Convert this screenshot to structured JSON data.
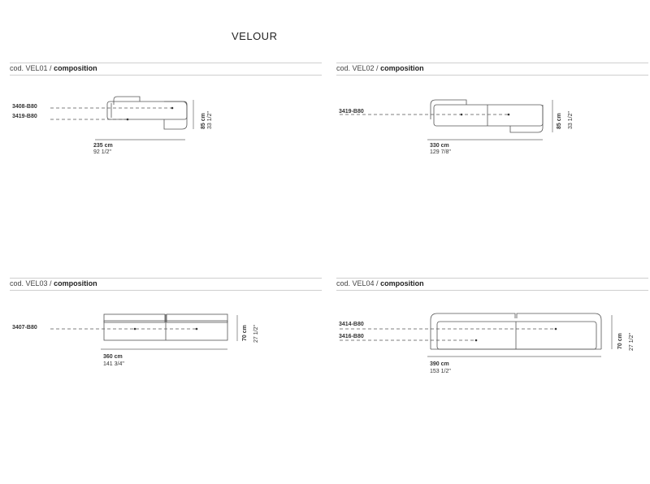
{
  "page_title": "VELOUR",
  "sections": [
    {
      "heading_prefix": "cod. VEL01 /",
      "heading_bold": "composition",
      "codes": [
        "3408-B80",
        "3419-B80"
      ],
      "width_cm": "235 cm",
      "width_in": "92   1/2\"",
      "height_cm": "85 cm",
      "height_in": "33   1/2\""
    },
    {
      "heading_prefix": "cod. VEL02 /",
      "heading_bold": "composition",
      "codes": [
        "3419-B80"
      ],
      "width_cm": "330 cm",
      "width_in": "129   7/8\"",
      "height_cm": "85 cm",
      "height_in": "33   1/2\""
    },
    {
      "heading_prefix": "cod. VEL03 /",
      "heading_bold": "composition",
      "codes": [
        "3407-B80"
      ],
      "width_cm": "360 cm",
      "width_in": "141   3/4\"",
      "height_cm": "70 cm",
      "height_in": "27   1/2\""
    },
    {
      "heading_prefix": "cod. VEL04 /",
      "heading_bold": "composition",
      "codes": [
        "3414-B80",
        "3416-B80"
      ],
      "width_cm": "390 cm",
      "width_in": "153   1/2\"",
      "height_cm": "70 cm",
      "height_in": "27   1/2\""
    }
  ]
}
